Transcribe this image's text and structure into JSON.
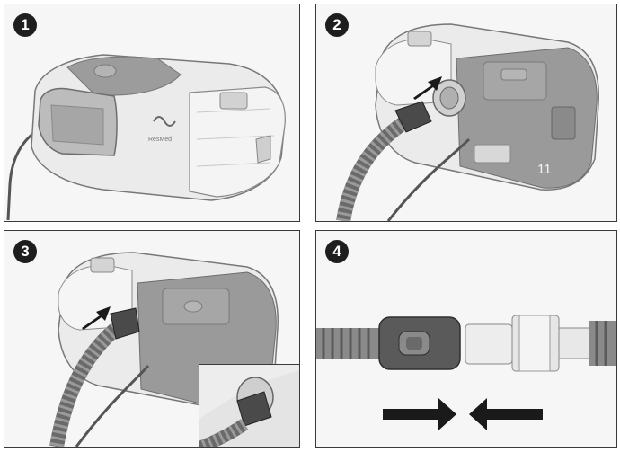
{
  "steps": [
    {
      "number": "1",
      "illustration": "device-icon"
    },
    {
      "number": "2",
      "illustration": "connect-tube-to-outlet-icon"
    },
    {
      "number": "3",
      "illustration": "tube-connected-icon"
    },
    {
      "number": "4",
      "illustration": "tube-cuff-to-connector-icon"
    }
  ],
  "device": {
    "brand_mark": "ResMed",
    "unit_number": "11"
  },
  "colors": {
    "device_body": "#e9e9e9",
    "device_panel": "#9a9a9a",
    "tube": "#707070",
    "arrow": "#1a1a1a",
    "border": "#3a3a3a"
  }
}
